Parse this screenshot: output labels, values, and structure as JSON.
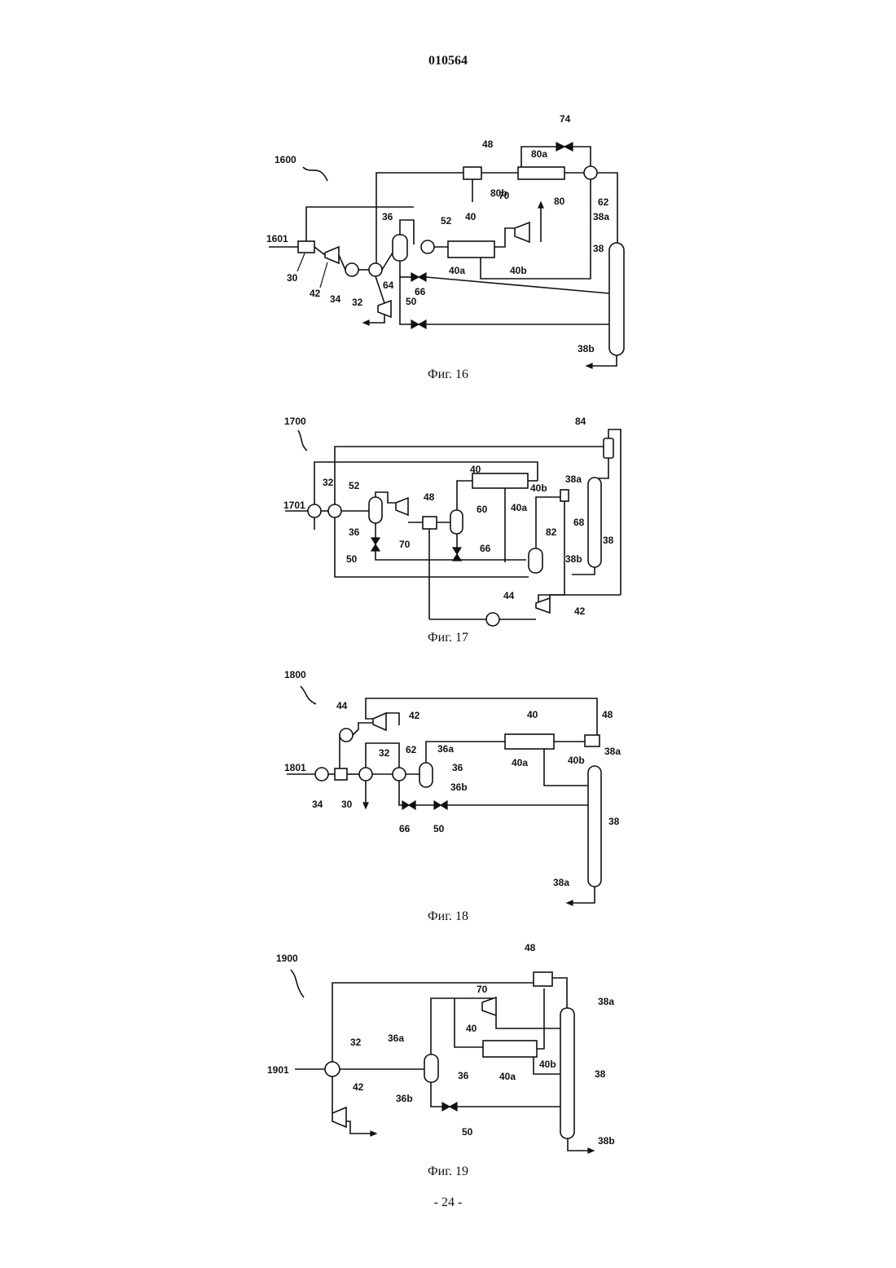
{
  "header": {
    "doc_number": "010564"
  },
  "footer": {
    "page_number": "- 24 -"
  },
  "figures": [
    {
      "caption": "Фиг. 16",
      "labels": {
        "system": "1600",
        "inlet": "1601",
        "l30": "30",
        "l42": "42",
        "l34": "34",
        "l32": "32",
        "l64": "64",
        "l36": "36",
        "l52": "52",
        "l40": "40",
        "l40a": "40a",
        "l40b": "40b",
        "l66": "66",
        "l50": "50",
        "l70": "70",
        "l48": "48",
        "l80a": "80a",
        "l80b": "80b",
        "l80": "80",
        "l74": "74",
        "l62": "62",
        "l38a": "38a",
        "l38": "38",
        "l38b": "38b"
      }
    },
    {
      "caption": "Фиг. 17",
      "labels": {
        "system": "1700",
        "inlet": "1701",
        "l32": "32",
        "l52": "52",
        "l36": "36",
        "l50": "50",
        "l70": "70",
        "l48": "48",
        "l40": "40",
        "l40a": "40a",
        "l40b": "40b",
        "l60": "60",
        "l66": "66",
        "l82": "82",
        "l84": "84",
        "l38a": "38a",
        "l68": "68",
        "l38": "38",
        "l38b": "38b",
        "l44": "44",
        "l42": "42"
      }
    },
    {
      "caption": "Фиг. 18",
      "labels": {
        "system": "1800",
        "inlet": "1801",
        "l34": "34",
        "l30": "30",
        "l44": "44",
        "l42": "42",
        "l32": "32",
        "l62": "62",
        "l36a": "36a",
        "l36": "36",
        "l36b": "36b",
        "l66": "66",
        "l50": "50",
        "l40": "40",
        "l40a": "40a",
        "l40b": "40b",
        "l48": "48",
        "l38a_top": "38a",
        "l38": "38",
        "l38a_bottom": "38a"
      }
    },
    {
      "caption": "Фиг. 19",
      "labels": {
        "system": "1900",
        "inlet": "1901",
        "l32": "32",
        "l42": "42",
        "l36a": "36a",
        "l36": "36",
        "l36b": "36b",
        "l50": "50",
        "l70": "70",
        "l40": "40",
        "l40a": "40a",
        "l40b": "40b",
        "l48": "48",
        "l38a": "38a",
        "l38": "38",
        "l38b": "38b"
      }
    }
  ]
}
